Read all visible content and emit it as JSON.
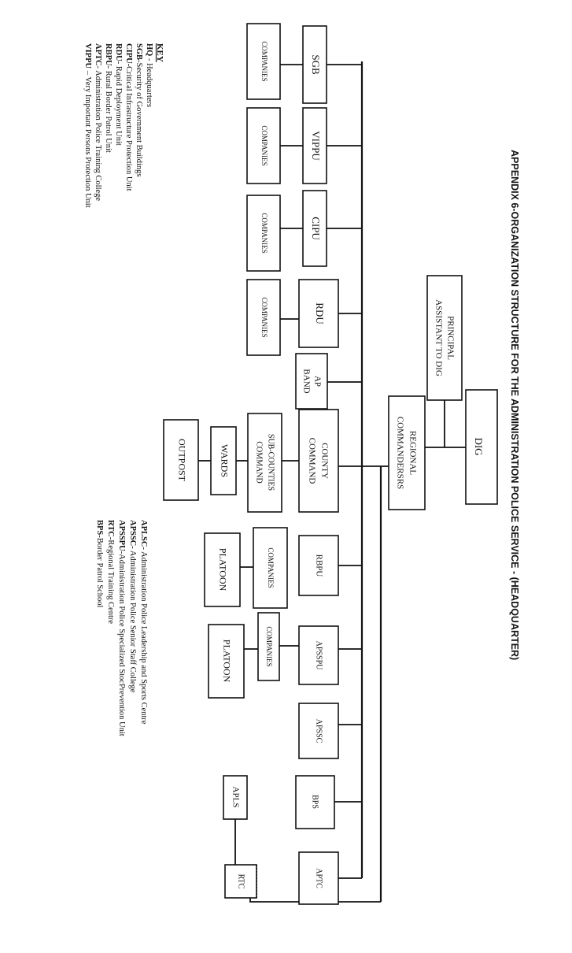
{
  "title": "APPENDIX 6-ORGANIZATION STRUCTURE FOR THE ADMINISTRATION POLICE SERVICE -   (HEADQUARTER)",
  "nodes": {
    "dig": "DIG",
    "principal_line1": "PRINCIPAL",
    "principal_line2": "ASSISTANT TO DIG",
    "regional_line1": "REGIONAL",
    "regional_line2": "COMMANDERSRS",
    "sgb": "SGB",
    "vippu": "VIPPU",
    "cipu": "CIPU",
    "rdu": "RDU",
    "ap_band_line1": "AP",
    "ap_band_line2": "BAND",
    "county_line1": "COUNTY",
    "county_line2": "COMMAND",
    "subcounties_line1": "SUB-COUNTIES",
    "subcounties_line2": "COMMAND",
    "wards": "WARDS",
    "outpost": "OUTPOST",
    "rbpu": "RBPU",
    "apsspu": "APSSPU",
    "apssc": "APSSC",
    "bps": "BPS",
    "aptc": "APTC",
    "apls": "APLS",
    "rtc": "RTC",
    "companies": "COMPANIES",
    "platoon": "PLATOON"
  },
  "key": {
    "heading": "KEY",
    "left_entries": [
      {
        "abbr": "HQ",
        "text": "  - Headquarters"
      },
      {
        "abbr": "SGB",
        "text": "-Security of Government Buildings"
      },
      {
        "abbr": "CIPU",
        "text": "-Critical Infrastructure Protection Unit"
      },
      {
        "abbr": "RDU",
        "text": "- Rapid Deployment Unit"
      },
      {
        "abbr": "RBPU",
        "text": "- Rural Border Patrol Unit"
      },
      {
        "abbr": "APTC",
        "text": "- Administration Police Training College"
      },
      {
        "abbr": "VIPPU",
        "text": " – Very Important Persons Protection Unit"
      }
    ],
    "right_entries": [
      {
        "abbr": "APLSC",
        "text": "- Administration Police Leadership and Sports Centre"
      },
      {
        "abbr": "APSSC",
        "text": "- Administration Police Senior Staff College"
      },
      {
        "abbr": "APSSPU",
        "text": "-Administration Police Specialized StocPrevention Unit"
      },
      {
        "abbr": "RTC",
        "text": "-Regional Training Centre"
      },
      {
        "abbr": "BPS",
        "text": "-Border Patrol School"
      }
    ]
  }
}
